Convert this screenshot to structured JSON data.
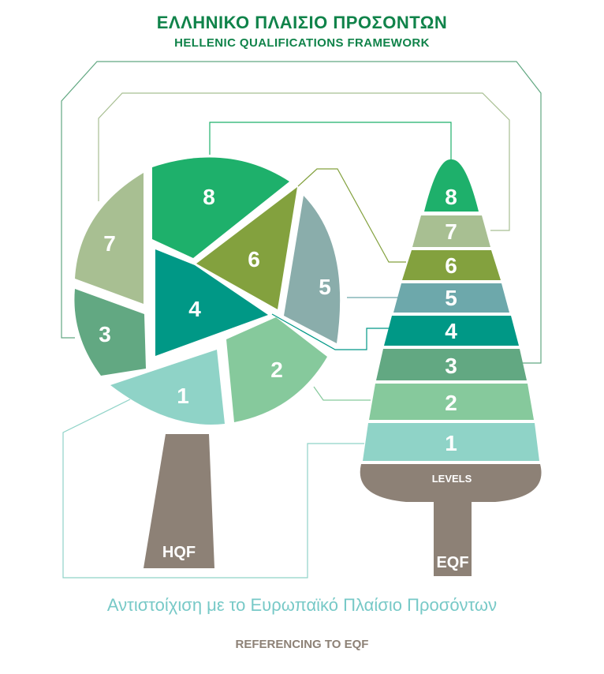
{
  "header": {
    "title_el": "ΕΛΛΗΝΙΚΟ ΠΛΑΙΣΙΟ ΠΡΟΣΟΝΤΩΝ",
    "title_en": "HELLENIC QUALIFICATIONS FRAMEWORK"
  },
  "hqf": {
    "trunk_label": "HQF",
    "segments": [
      {
        "level": "1",
        "color": "#8fd3c7"
      },
      {
        "level": "2",
        "color": "#86c99c"
      },
      {
        "level": "3",
        "color": "#62a882"
      },
      {
        "level": "4",
        "color": "#009886"
      },
      {
        "level": "5",
        "color": "#8aadab"
      },
      {
        "level": "6",
        "color": "#83a13e"
      },
      {
        "level": "7",
        "color": "#a8bf92"
      },
      {
        "level": "8",
        "color": "#1eb06b"
      }
    ],
    "trunk_color": "#8d8176"
  },
  "eqf": {
    "levels_label": "LEVELS",
    "trunk_label": "EQF",
    "bands": [
      {
        "level": "8",
        "color": "#1eb06b"
      },
      {
        "level": "7",
        "color": "#a8bf92"
      },
      {
        "level": "6",
        "color": "#83a13e"
      },
      {
        "level": "5",
        "color": "#6da8ab"
      },
      {
        "level": "4",
        "color": "#009886"
      },
      {
        "level": "3",
        "color": "#62a882"
      },
      {
        "level": "2",
        "color": "#86c99c"
      },
      {
        "level": "1",
        "color": "#8fd3c7"
      }
    ],
    "trunk_color": "#8d8176"
  },
  "footer": {
    "subtitle_el": "Αντιστοίχιση με το Ευρωπαϊκό Πλαίσιο Προσόντων",
    "subtitle_en": "REFERENCING TO EQF"
  }
}
